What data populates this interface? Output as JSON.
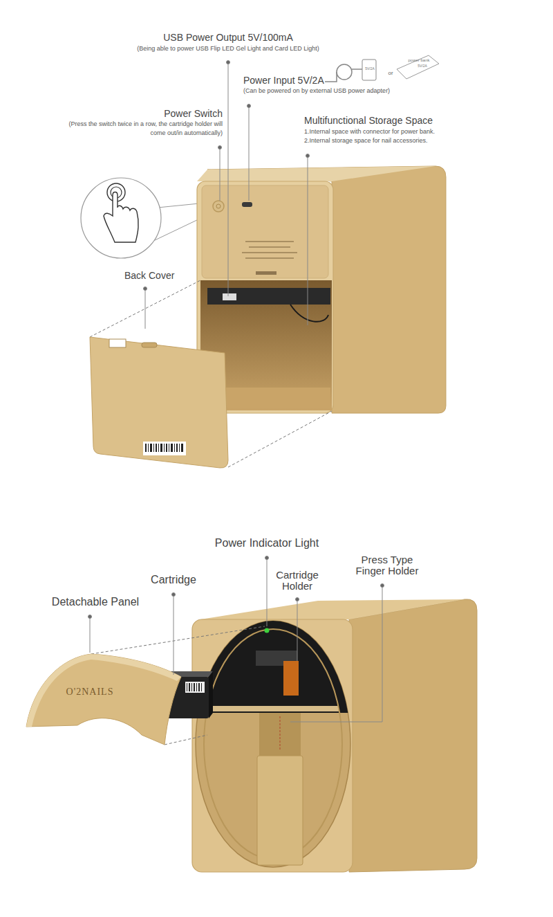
{
  "diagram": {
    "labels": [
      "USB Power Output 5V/100mA",
      "(Being able to power USB Flip LED Gel Light and Card LED Light)",
      "5V/2A",
      "or",
      "power bank",
      "5V/2A",
      "Power Input 5V/2A",
      "(Can be powered on by external USB power adapter)",
      "Power Switch",
      "(Press the switch twice in a row, the cartridge holder will come out/in automatically)",
      "Multifunctional Storage Space",
      "1.Internal space with connector for power bank.",
      "2.Internal storage space for nail accessories.",
      "Back Cover",
      "Power Indicator Light",
      "Cartridge",
      "Cartridge Holder",
      "Press Type Finger Holder",
      "Detachable Panel",
      "O'2NAILS"
    ]
  }
}
